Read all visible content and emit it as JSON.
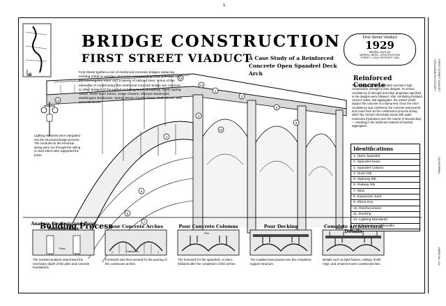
{
  "page_number": "1",
  "title": "BRIDGE CONSTRUCTION",
  "subtitle": "FIRST STREET VIADUCT",
  "case_study": "A Case Study of a Reinforced Concrete Open Spandrel Deck Arch",
  "intro_text": "First Street typifies a set of reinforced concrete bridges replacing existing metal or wooden structures and providing clear passage over the Los Angeles River and a variety of railroad lines. Some of the elements of constructing this reinforced concrete bridge are common to other bridges of the period including North Broadway, North Spring Street, North Main Street, Cesar Chavez, Olympic Boulevard, Washington Boulevard, Spring Street, Fourth Street, Sixth Street, and Seventh Street.",
  "lighting_text": "Lighting elements were integrated into the structural design process. The conduits for the electrical wiring were run through the railing or deck which also supported the posts.",
  "badge": {
    "line1": "First Street Viaduct",
    "year": "1929",
    "line3": "MERRILL BUTLER",
    "line4": "MERRILL BROS. CONSTRUCTION",
    "line5": "STREET 1 ONLY RETROFIT 1994"
  },
  "reinforced_concrete": {
    "heading": "Reinforced Concrete",
    "body": "The bridge engineers exploited concrete's high compressive strength in their designs. To ensure consistency of strength and other properties specified in the designs were followed. After combining Portland cement, water, and aggregates, the worker would subject the concrete to a slump test. Once the mix's consistency was confirmed, the concrete was poured and cured such as the construction process during which the cement chemically bonds with water molecules (hydration) over the course of several days — resulting in the hardened material of bonded aggregates."
  },
  "identifications": {
    "heading": "Identifications",
    "items": [
      "1. Open Spandrel",
      "2. Spandrel beam",
      "3. Spandrel Column",
      "4. Outer Rib",
      "5. Highway Rib",
      "6. Railway Rib",
      "7. Strut",
      "8. Expansion Joint",
      "9. Shear Key",
      "10. Reinforcement",
      "11. Decking",
      "12. Lighting Standards",
      "13. Cantilevered Sidewalks"
    ]
  },
  "building_process": {
    "heading": "Building Process",
    "steps": [
      {
        "title": "Analyze Geology and Pour Foundations",
        "caption": "The riverbed analysis determined the necessary depth of the piles and concrete foundations.",
        "label": "Piles"
      },
      {
        "title": "Pour Concrete Arches",
        "caption": "Formwork was then erected for the pouring of the continuous arches.",
        "label": "Falsework"
      },
      {
        "title": "Pour Concrete Columns",
        "caption": "The formwork for the spandrels, or piers, followed after the completion of the arches.",
        "label": "Pier"
      },
      {
        "title": "Pour Decking",
        "caption": "The roadbed was poured over the completed support structure.",
        "label": ""
      },
      {
        "title": "Complete Architectural Details",
        "caption": "Details such as light fixtures, railings, finish rings, and ornament were constructed last.",
        "label": ""
      }
    ]
  },
  "callouts": [
    "1",
    "2",
    "3",
    "4",
    "5",
    "6",
    "7",
    "8",
    "9",
    "10",
    "11",
    "12",
    "13"
  ],
  "side": {
    "line1": "FIRST STREET VIADUCT",
    "line2": "LOS ANGELES COUNTY",
    "line3": "CALIFORNIA",
    "line4": "HAER No. CA-"
  }
}
